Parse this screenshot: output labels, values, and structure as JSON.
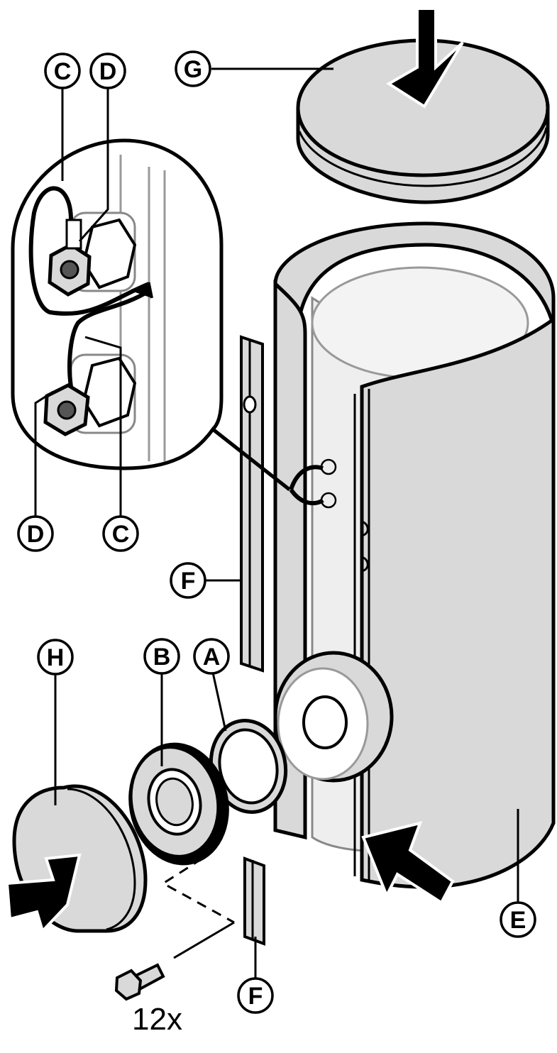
{
  "labels": {
    "A": "A",
    "B": "B",
    "C_top": "C",
    "C_bottom": "C",
    "D_top": "D",
    "D_bottom": "D",
    "E": "E",
    "F_strip": "F",
    "F_clip": "F",
    "G": "G",
    "H": "H"
  },
  "quantity": "12x"
}
